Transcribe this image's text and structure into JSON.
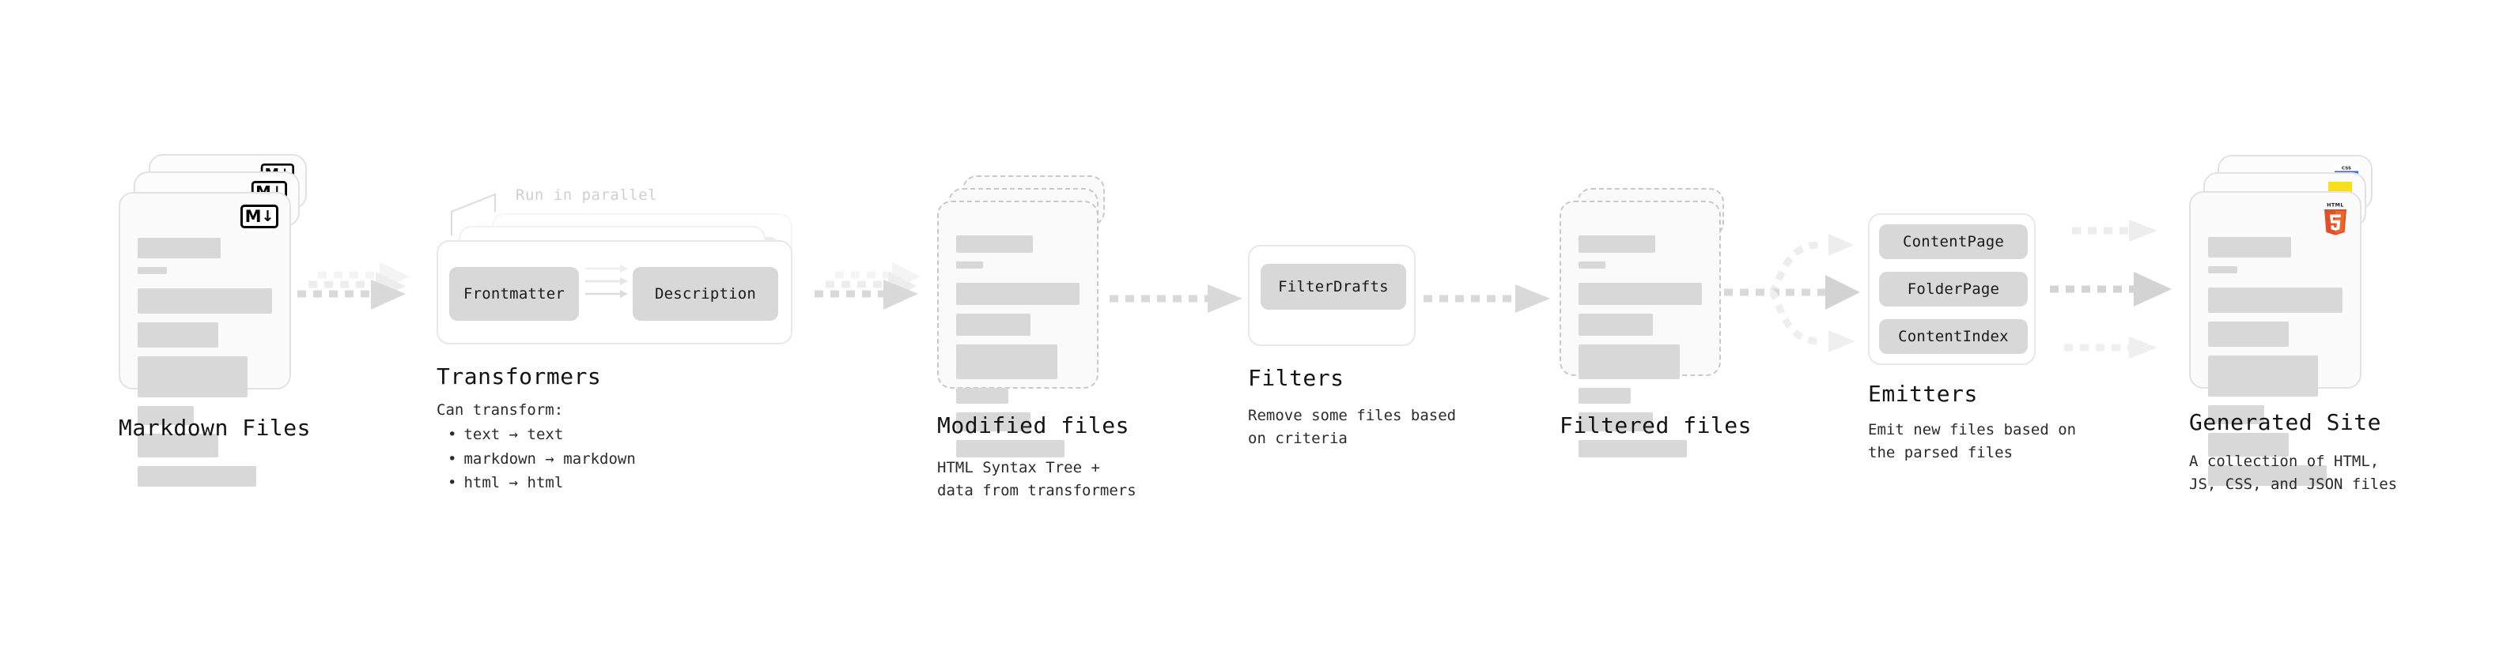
{
  "diagram": {
    "type": "pipeline-flow",
    "orientation": "left-to-right",
    "background": "#ffffff",
    "accents": {
      "card_fill": "#fcfcfc",
      "card_border": "#e2e2e2",
      "skeleton_bar": "#d8d8d8",
      "chip_fill": "#d8d8d8",
      "arrow": "#d9d9d9",
      "ghost_text": "#cfcfcf",
      "html5_orange": "#e34f26",
      "html5_orange_light": "#f06529",
      "css3_blue": "#264de4",
      "css3_blue_light": "#2965f1",
      "js_yellow": "#f7df1e"
    }
  },
  "stages": [
    {
      "id": "markdown-files",
      "title": "Markdown Files",
      "desc": "",
      "kind": "file-stack",
      "stack_count": 3,
      "dashed": false,
      "badge": "markdown-logo",
      "badge_label": "M"
    },
    {
      "id": "transformers",
      "title": "Transformers",
      "kind": "group-stack",
      "stack_count": 3,
      "note": "Run in parallel",
      "chips": [
        "Frontmatter",
        "Description"
      ],
      "bullets_heading": "Can transform:",
      "bullets": [
        "text → text",
        "markdown → markdown",
        "html → html"
      ]
    },
    {
      "id": "modified-files",
      "title": "Modified files",
      "desc": "HTML Syntax Tree +\ndata from transformers",
      "kind": "file-stack",
      "stack_count": 3,
      "dashed": true,
      "badge": "none"
    },
    {
      "id": "filters",
      "title": "Filters",
      "desc": "Remove some files based\non criteria",
      "kind": "group",
      "chips": [
        "FilterDrafts"
      ]
    },
    {
      "id": "filtered-files",
      "title": "Filtered files",
      "desc": "",
      "kind": "file-stack",
      "stack_count": 2,
      "dashed": true,
      "badge": "none"
    },
    {
      "id": "emitters",
      "title": "Emitters",
      "desc": "Emit new files based on\nthe parsed files",
      "kind": "group",
      "chips": [
        "ContentPage",
        "FolderPage",
        "ContentIndex"
      ]
    },
    {
      "id": "generated-site",
      "title": "Generated Site",
      "desc": "A collection of HTML,\nJS, CSS, and JSON files",
      "kind": "file-stack",
      "stack_count": 3,
      "dashed": false,
      "badges": [
        "css3-logo",
        "js-logo",
        "html5-logo"
      ],
      "badge_labels": {
        "css3": "CSS",
        "html5": "HTML",
        "html5_digit": "5"
      }
    }
  ],
  "connectors": [
    {
      "from": "markdown-files",
      "to": "transformers",
      "style": "dashed-stacked",
      "branches": 1
    },
    {
      "from": "transformers",
      "to": "modified-files",
      "style": "dashed-stacked",
      "branches": 1
    },
    {
      "from": "modified-files",
      "to": "filters",
      "style": "dashed",
      "branches": 1
    },
    {
      "from": "filters",
      "to": "filtered-files",
      "style": "dashed",
      "branches": 1
    },
    {
      "from": "filtered-files",
      "to": "emitters",
      "style": "dashed-fanout",
      "branches": 3
    },
    {
      "from": "emitters",
      "to": "generated-site",
      "style": "dashed-parallel",
      "branches": 3
    }
  ]
}
